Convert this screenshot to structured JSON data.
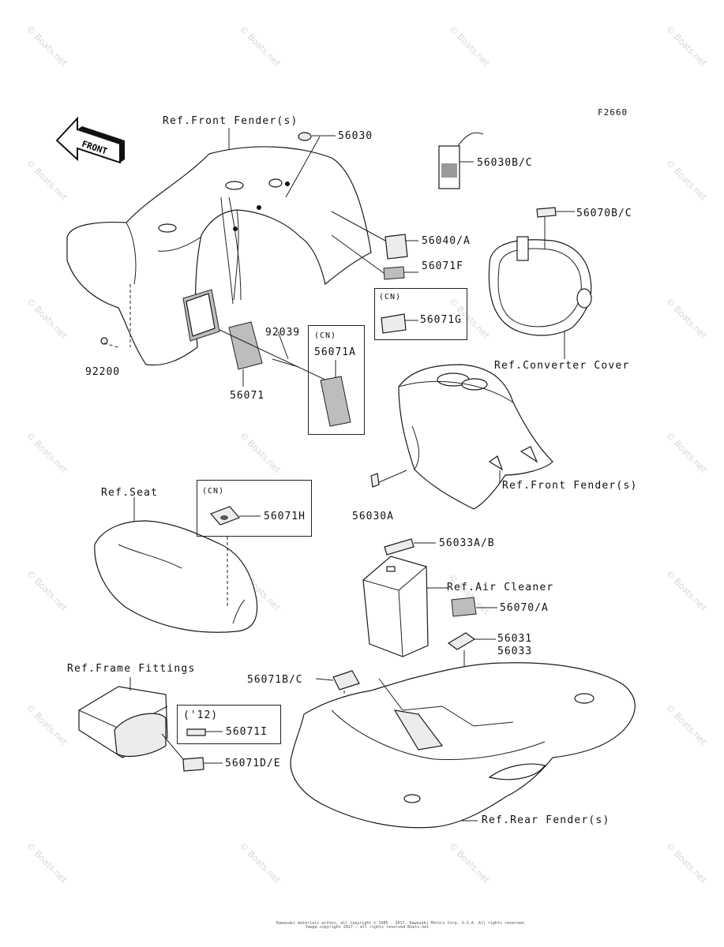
{
  "diagram": {
    "figure_code": "F2660",
    "front_arrow_text": "FRONT",
    "labels": {
      "ref_front_fender_top": "Ref.Front Fender(s)",
      "p56030": "56030",
      "p56030bc": "56030B/C",
      "p56070bc": "56070B/C",
      "p56040a": "56040/A",
      "p56071f": "56071F",
      "cn_g": "(CN)",
      "p56071g": "56071G",
      "ref_converter_cover": "Ref.Converter Cover",
      "p92039": "92039",
      "cn_a": "(CN)",
      "p56071a": "56071A",
      "p92200": "92200",
      "p56071": "56071",
      "ref_front_fender_mid": "Ref.Front Fender(s)",
      "p56030a": "56030A",
      "ref_seat": "Ref.Seat",
      "cn_h": "(CN)",
      "p56071h": "56071H",
      "p56033ab": "56033A/B",
      "ref_air_cleaner": "Ref.Air Cleaner",
      "p56070a": "56070/A",
      "p56031": "56031",
      "p56033": "56033",
      "ref_frame_fittings": "Ref.Frame Fittings",
      "p56071bc": "56071B/C",
      "y12": "('12)",
      "p56071i": "56071I",
      "p56071de": "56071D/E",
      "ref_rear_fender": "Ref.Rear Fender(s)"
    },
    "watermark_text": "© Boats.net",
    "copyright_line1": "Kawasaki materials within, all copyright © 1985 - 2017, Kawasaki Motors Corp. U.S.A. All rights reserved.",
    "copyright_line2": "Image copyright 2017 - all rights reserved Boats.net"
  }
}
